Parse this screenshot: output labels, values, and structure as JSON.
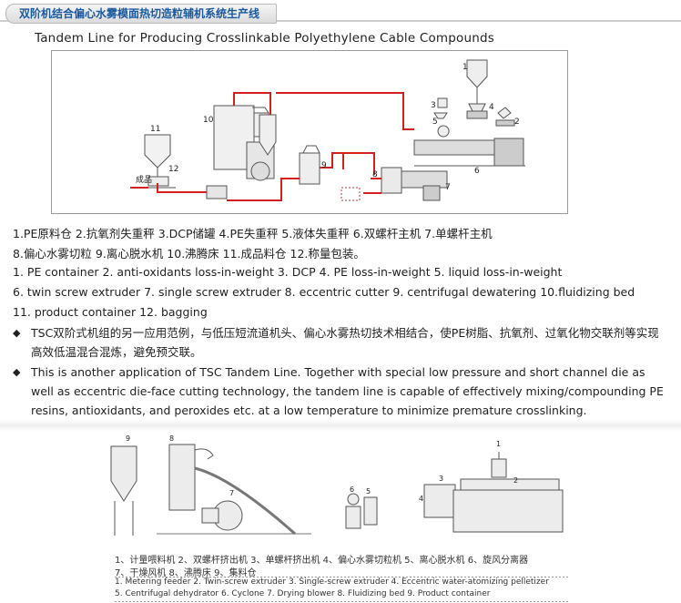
{
  "header": {
    "title": "双阶机结合偏心水雾模面热切造粒辅机系统生产线"
  },
  "diagram_title": "Tandem Line for Producing Crosslinkable Polyethylene Cable Compounds",
  "diagram1": {
    "labels": {
      "n1": "1",
      "n2": "2",
      "n3": "3",
      "n4": "4",
      "n5": "5",
      "n6": "6",
      "n7": "7",
      "n8": "8",
      "n9": "9",
      "n10": "10",
      "n11": "11",
      "n12": "12",
      "product": "成品"
    }
  },
  "legend_cn": {
    "line1": "1.PE原料仓 2.抗氧剂失重秤 3.DCP储罐 4.PE失重秤 5.液体失重秤 6.双螺杆主机 7.单螺杆主机",
    "line2": "8.偏心水雾切粒 9.离心脱水机 10.沸腾床 11.成品料仓 12.称量包装。"
  },
  "legend_en": {
    "line1": "1. PE container  2. anti-oxidants  loss-in-weight   3. DCP  4. PE loss-in-weight   5. liquid  loss-in-weight",
    "line2": "6. twin screw extruder   7. single screw extruder  8. eccentric cutter  9. centrifugal dewatering   10.fluidizing bed",
    "line3": "11. product container    12. bagging"
  },
  "bullets": [
    {
      "symbol": "◆",
      "text": "TSC双阶式机组的另一应用范例，与低压短流道机头、偏心水雾热切技术相结合，使PE树脂、抗氧剂、过氧化物交联剂等实现高效低温混合混炼，避免预交联。"
    },
    {
      "symbol": "◆",
      "text": "This is another application of TSC Tandem Line. Together with special low pressure and short channel die as well as eccentric die-face cutting technology, the tandem line is capable of effectively mixing/compounding PE resins, antioxidants, and peroxides etc. at  a low temperature  to minimize premature crosslinking."
    }
  ],
  "diagram2": {
    "labels": {
      "n1": "1",
      "n2": "2",
      "n3": "3",
      "n4": "4",
      "n5": "5",
      "n6": "6",
      "n7": "7",
      "n8": "8",
      "n9": "9"
    },
    "legend_cn_1": "1、计量喂料机   2、双螺杆挤出机   3、单螺杆挤出机   4、偏心水雾切粒机   5、离心脱水机   6、旋风分离器",
    "legend_cn_2": "7、干燥风机   8、沸腾床   9、集料仓",
    "legend_en_1": "1. Metering feeder  2. Twin-screw extruder  3. Single-screw extruder  4. Eccentric water-atomizing pelletizer",
    "legend_en_2": "5. Centrifugal dehydrator  6. Cyclone  7. Drying blower  8. Fluidizing bed  9. Product container"
  }
}
